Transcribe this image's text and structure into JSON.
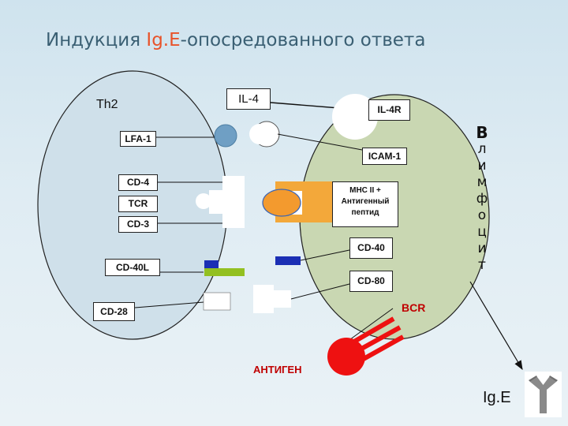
{
  "slide": {
    "title_prefix": "Индукция ",
    "title_highlight": "Ig.E",
    "title_suffix": "-опосредованного ответа"
  },
  "cells": {
    "th2_label": "Th2",
    "b_cell_vertical_letters": [
      "В",
      "л",
      "и",
      "м",
      "ф",
      "о",
      "ц",
      "и",
      "т"
    ]
  },
  "molecules": {
    "il4": "IL-4",
    "il4r": "IL-4R",
    "lfa1": "LFA-1",
    "icam1": "ICAM-1",
    "cd4": "CD-4",
    "tcr": "TCR",
    "cd3": "CD-3",
    "mhc_line1": "MHC II +",
    "mhc_line2": "Антигенный",
    "mhc_line3": "пептид",
    "cd40": "CD-40",
    "cd40l": "CD-40L",
    "cd80": "CD-80",
    "cd28": "CD-28",
    "bcr": "BCR",
    "antigen": "АНТИГЕН",
    "ige": "Ig.E"
  },
  "colors": {
    "title_highlight": "#e8532a",
    "th2_cell_fill": "#cfe0ea",
    "b_cell_fill": "#c9d7b2",
    "antigen": "#ee1111",
    "mhc_box": "#f3a83a",
    "peptide": "#f39a2e",
    "lfa1_dot": "#6f9fc4",
    "cd40_bar": "#1b2fb4",
    "cd40l_bar": "#93c021",
    "ige_antibody": "#8a8a8a"
  }
}
